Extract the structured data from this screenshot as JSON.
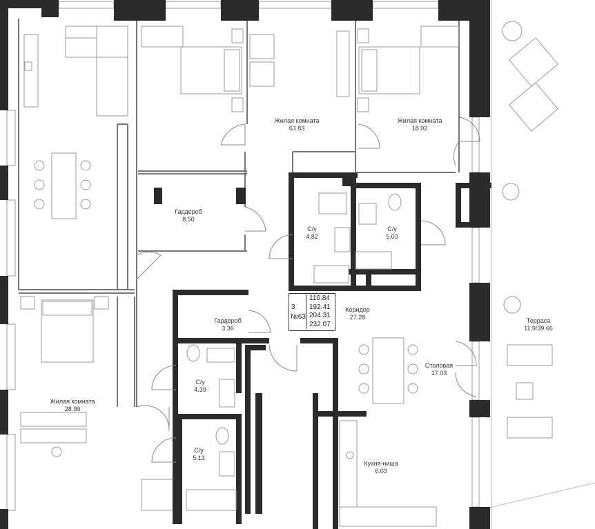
{
  "colors": {
    "wall": "#2b2b2b",
    "line": "#8a8a8a",
    "furniture": "#9a9a9a",
    "terrace_bg": "#ffffff"
  },
  "rooms": [
    {
      "id": "living-1",
      "name": "Жилая комната",
      "area": "63.83"
    },
    {
      "id": "bedroom-top-right",
      "name": "Жилая комната",
      "area": "18.02"
    },
    {
      "id": "wardrobe-1",
      "name": "Гардероб",
      "area": "8.50"
    },
    {
      "id": "bath-1",
      "name": "С/у",
      "area": "4.82"
    },
    {
      "id": "bath-2",
      "name": "С/у",
      "area": "5.03"
    },
    {
      "id": "corridor",
      "name": "Коридор",
      "area": "27.28"
    },
    {
      "id": "terrace",
      "name": "Терраса",
      "area": "11.9/39.66"
    },
    {
      "id": "wardrobe-2",
      "name": "Гардероб",
      "area": "3.36"
    },
    {
      "id": "bath-3",
      "name": "С/у",
      "area": "4.39"
    },
    {
      "id": "dining",
      "name": "Столовая",
      "area": "17.03"
    },
    {
      "id": "bedroom-left",
      "name": "Жилая комната",
      "area": "28.99"
    },
    {
      "id": "bath-4",
      "name": "С/у",
      "area": "5.13"
    },
    {
      "id": "kitchen",
      "name": "Кухня-ниша",
      "area": "6.03"
    }
  ],
  "summary": {
    "rooms_count": "3",
    "apartment_number": "№63",
    "areas": [
      "110.84",
      "192.41",
      "204.31",
      "232.07"
    ]
  }
}
